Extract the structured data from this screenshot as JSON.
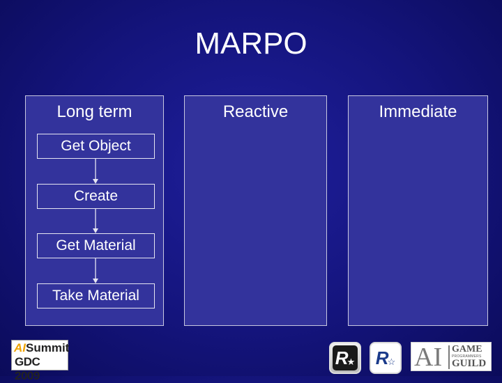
{
  "slide": {
    "title": "MARPO"
  },
  "columns": [
    {
      "label": "Long term"
    },
    {
      "label": "Reactive"
    },
    {
      "label": "Immediate"
    }
  ],
  "long_term_steps": [
    "Get Object",
    "Create",
    "Get Material",
    "Take Material"
  ],
  "logos": {
    "ai_summit": {
      "line1_a": "AI",
      "line1_b": "Summit",
      "line2": "GDC 2009"
    },
    "rockstar_dark": {
      "glyph": "R",
      "star": "★"
    },
    "rockstar_light": {
      "glyph": "R",
      "star": "☆"
    },
    "ai_game_guild": {
      "big": "AI",
      "game": "GAME",
      "programmers": "PROGRAMMERS",
      "guild": "GUILD"
    }
  },
  "colors": {
    "background": "#14147c",
    "column_fill": "#33339c",
    "text": "#ffffff",
    "ai_orange": "#f0a400"
  }
}
